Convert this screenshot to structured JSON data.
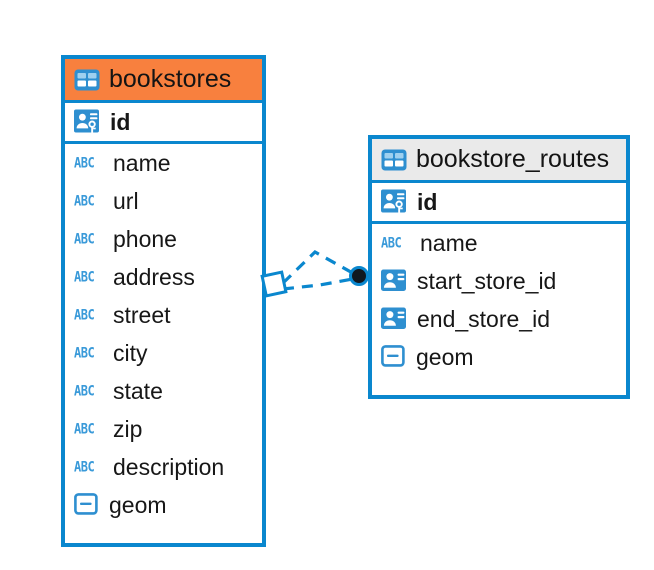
{
  "diagram": {
    "title": "entity-relationship-diagram",
    "colors": {
      "border": "#0a87ce",
      "header_accent": "#f8803e",
      "header_plain": "#eaeaea",
      "icon_blue": "#3a9ad9",
      "connector": "#0a87ce",
      "endpoint_fill": "#101820"
    },
    "entities": [
      {
        "name": "bookstores",
        "header_icon": "table-icon",
        "header_style": "accent-orange",
        "primary_keys": [
          {
            "label": "id",
            "icon": "primary-key-icon",
            "type": "pk"
          }
        ],
        "fields": [
          {
            "label": "name",
            "icon": "abc-text-icon",
            "type": "text"
          },
          {
            "label": "url",
            "icon": "abc-text-icon",
            "type": "text"
          },
          {
            "label": "phone",
            "icon": "abc-text-icon",
            "type": "text"
          },
          {
            "label": "address",
            "icon": "abc-text-icon",
            "type": "text"
          },
          {
            "label": "street",
            "icon": "abc-text-icon",
            "type": "text"
          },
          {
            "label": "city",
            "icon": "abc-text-icon",
            "type": "text"
          },
          {
            "label": "state",
            "icon": "abc-text-icon",
            "type": "text"
          },
          {
            "label": "zip",
            "icon": "abc-text-icon",
            "type": "text"
          },
          {
            "label": "description",
            "icon": "abc-text-icon",
            "type": "text"
          },
          {
            "label": "geom",
            "icon": "geometry-icon",
            "type": "geometry"
          }
        ]
      },
      {
        "name": "bookstore_routes",
        "header_icon": "table-icon",
        "header_style": "accent-grey",
        "primary_keys": [
          {
            "label": "id",
            "icon": "primary-key-icon",
            "type": "pk"
          }
        ],
        "fields": [
          {
            "label": "name",
            "icon": "abc-text-icon",
            "type": "text"
          },
          {
            "label": "start_store_id",
            "icon": "foreign-key-icon",
            "type": "fk"
          },
          {
            "label": "end_store_id",
            "icon": "foreign-key-icon",
            "type": "fk"
          },
          {
            "label": "geom",
            "icon": "geometry-icon",
            "type": "geometry"
          }
        ]
      }
    ],
    "relationship": {
      "name": "bookstores-to-bookstore-routes",
      "source_entity": "bookstores",
      "target_entity": "bookstore_routes",
      "line_style": "dashed",
      "source_marker": "diamond-marker",
      "target_marker": "filled-circle-marker"
    }
  }
}
